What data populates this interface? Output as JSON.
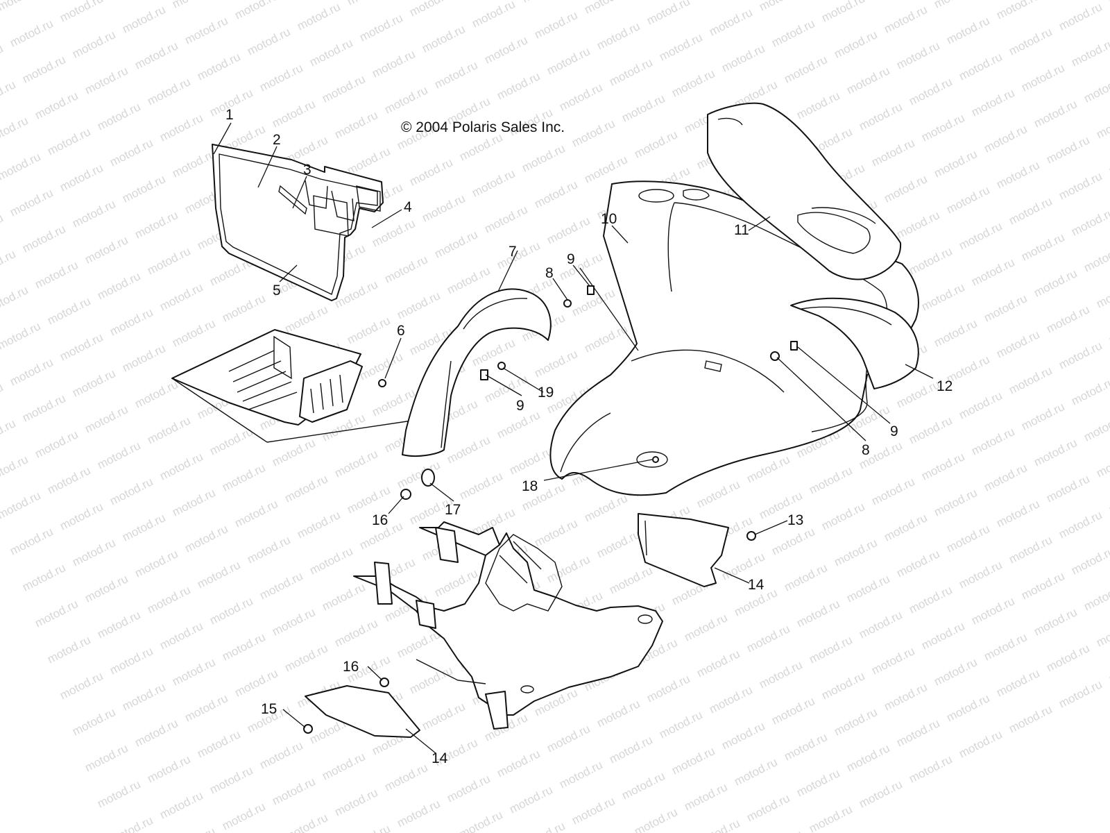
{
  "copyright": "© 2004 Polaris Sales Inc.",
  "watermark": "motod.ru",
  "callouts": [
    {
      "id": "c1",
      "text": "1"
    },
    {
      "id": "c2",
      "text": "2"
    },
    {
      "id": "c3",
      "text": "3"
    },
    {
      "id": "c4",
      "text": "4"
    },
    {
      "id": "c5",
      "text": "5"
    },
    {
      "id": "c6",
      "text": "6"
    },
    {
      "id": "c7",
      "text": "7"
    },
    {
      "id": "c8a",
      "text": "8"
    },
    {
      "id": "c9a",
      "text": "9"
    },
    {
      "id": "c10",
      "text": "10"
    },
    {
      "id": "c11",
      "text": "11"
    },
    {
      "id": "c12",
      "text": "12"
    },
    {
      "id": "c9b",
      "text": "9"
    },
    {
      "id": "c19",
      "text": "19"
    },
    {
      "id": "c9c",
      "text": "9"
    },
    {
      "id": "c8b",
      "text": "8"
    },
    {
      "id": "c18",
      "text": "18"
    },
    {
      "id": "c16a",
      "text": "16"
    },
    {
      "id": "c17",
      "text": "17"
    },
    {
      "id": "c13",
      "text": "13"
    },
    {
      "id": "c14a",
      "text": "14"
    },
    {
      "id": "c16b",
      "text": "16"
    },
    {
      "id": "c15",
      "text": "15"
    },
    {
      "id": "c14b",
      "text": "14"
    }
  ]
}
